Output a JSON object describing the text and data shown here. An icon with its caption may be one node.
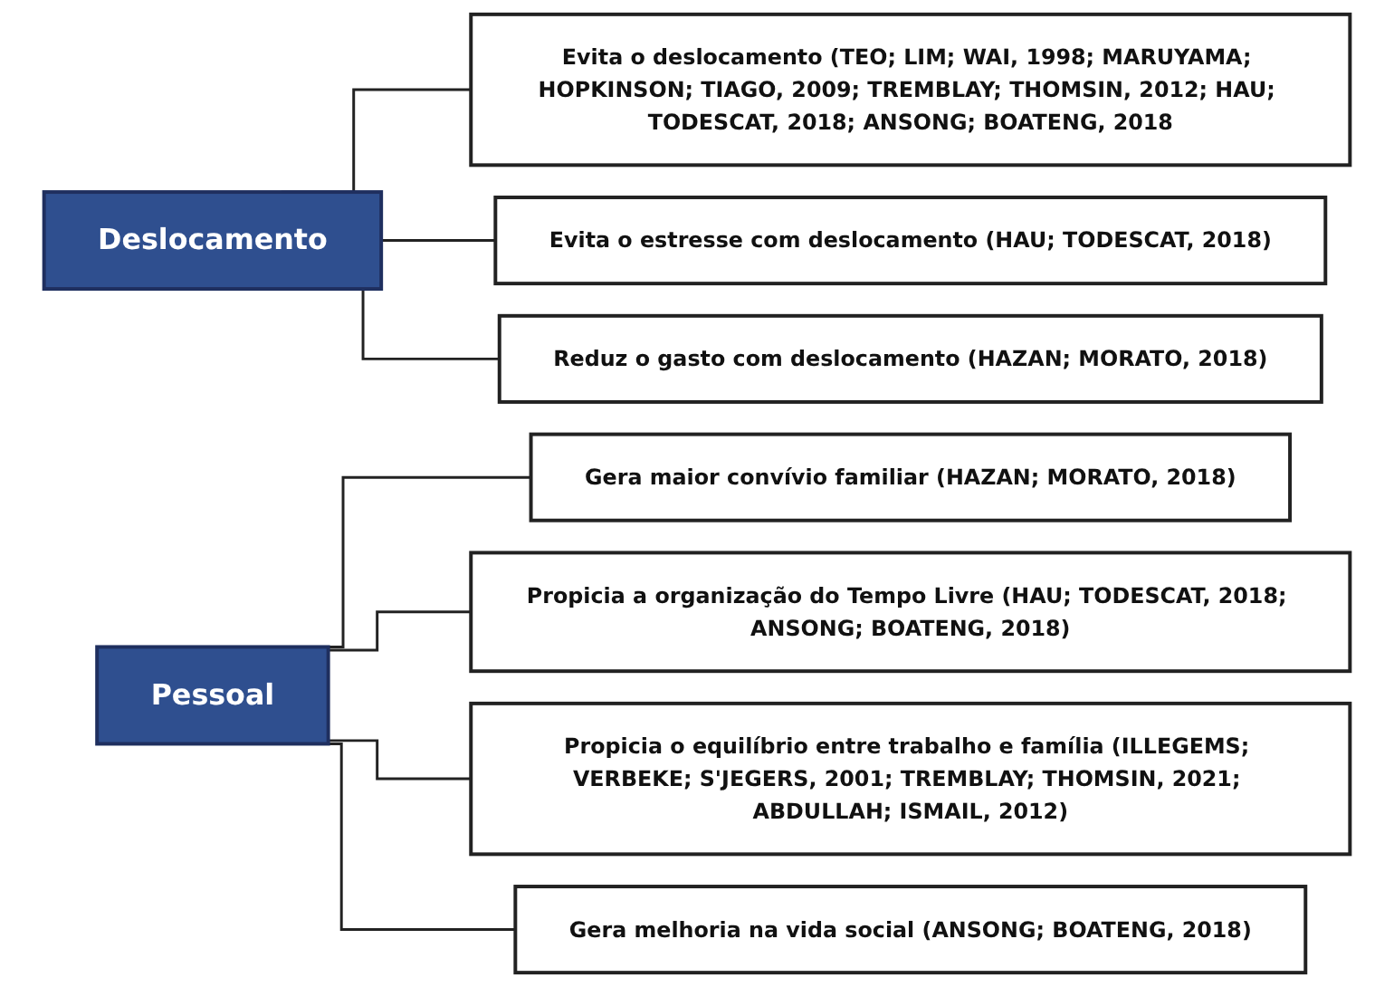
{
  "diagram": {
    "nodes": [
      {
        "text": [
          "Deslocamento"
        ]
      },
      {
        "text": [
          "Evita o deslocamento (TEO; LIM; WAI, 1998; MARUYAMA; HOPKINSON; TIAGO, 2009; TREMBLAY; THOMSIN, 2012; HAU; TODESCAT, 2018; ANSONG; BOATENG, 2018"
        ]
      },
      {
        "text": [
          "Evita o estresse com deslocamento (HAU; TODESCAT, 2018)"
        ]
      },
      {
        "text": [
          "Reduz o gasto com deslocamento (HAZAN; MORATO, 2018)"
        ]
      },
      {
        "text": [
          "Pessoal"
        ]
      },
      {
        "text": [
          "Gera maior convívio familiar (HAZAN; MORATO, 2018)"
        ]
      },
      {
        "text": [
          "Propicia a organização do Tempo Livre (HAU; TODESCAT, 2018; ANSONG; BOATENG, 2018)"
        ]
      },
      {
        "text": [
          "Propicia o equilíbrio entre trabalho e família (ILLEGEMS; VERBEKE; S'JEGERS, 2001; TREMBLAY; THOMSIN, 2021; ABDULLAH; ISMAIL, 2012)"
        ]
      },
      {
        "text": [
          "Gera melhoria na vida social (ANSONG; BOATENG, 2018)"
        ]
      }
    ],
    "edges": [
      {
        "from": 0,
        "to": 1,
        "arrow": "none"
      },
      {
        "from": 0,
        "to": 2,
        "arrow": "none"
      },
      {
        "from": 0,
        "to": 3,
        "arrow": "none"
      },
      {
        "from": 4,
        "to": 5,
        "arrow": "none"
      },
      {
        "from": 4,
        "to": 6,
        "arrow": "none"
      },
      {
        "from": 4,
        "to": 7,
        "arrow": "none"
      },
      {
        "from": 4,
        "to": 8,
        "arrow": "none"
      }
    ]
  }
}
